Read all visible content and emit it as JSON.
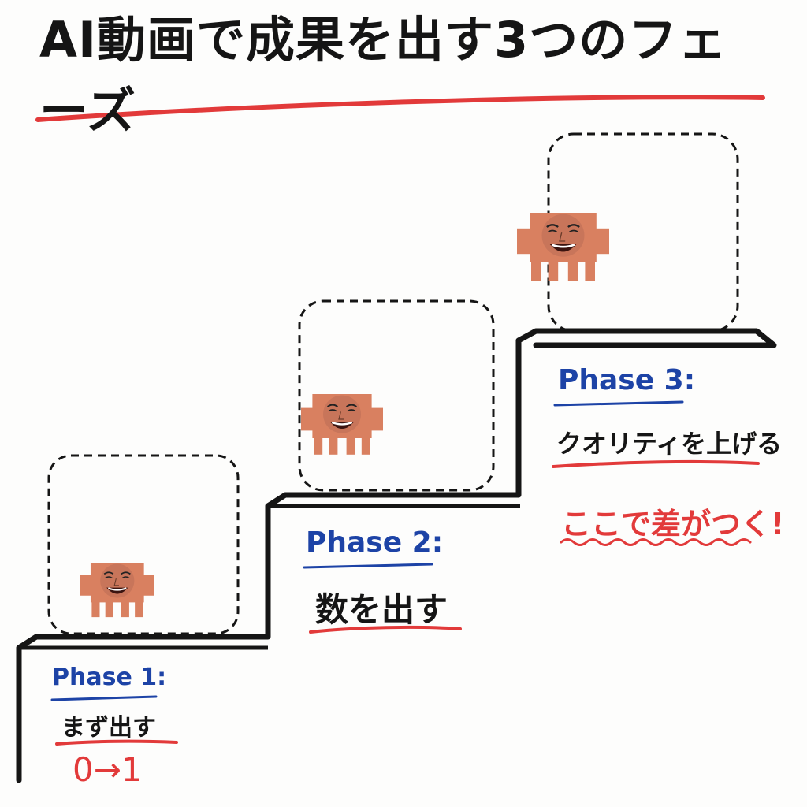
{
  "title": "AI動画で成果を出す3つのフェーズ",
  "colors": {
    "ink": "#151515",
    "blue": "#1d43a6",
    "red": "#e23a3a",
    "skin": "#d98060"
  },
  "phases": [
    {
      "label": "Phase 1:",
      "text": "まず出す",
      "note": "0→1"
    },
    {
      "label": "Phase 2:",
      "text": "数を出す"
    },
    {
      "label": "Phase 3:",
      "text": "クオリティを上げる",
      "note": "ここで差がつく!"
    }
  ],
  "icons": [
    "smiling-face-character-icon"
  ]
}
